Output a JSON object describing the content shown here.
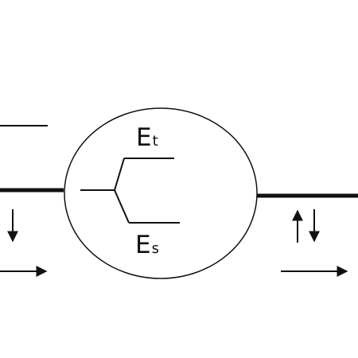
{
  "labels": {
    "upper": {
      "main": "E",
      "sub": "t"
    },
    "lower": {
      "main": "E",
      "sub": "s"
    }
  },
  "colors": {
    "stroke": "#111111",
    "background": "#ffffff"
  }
}
